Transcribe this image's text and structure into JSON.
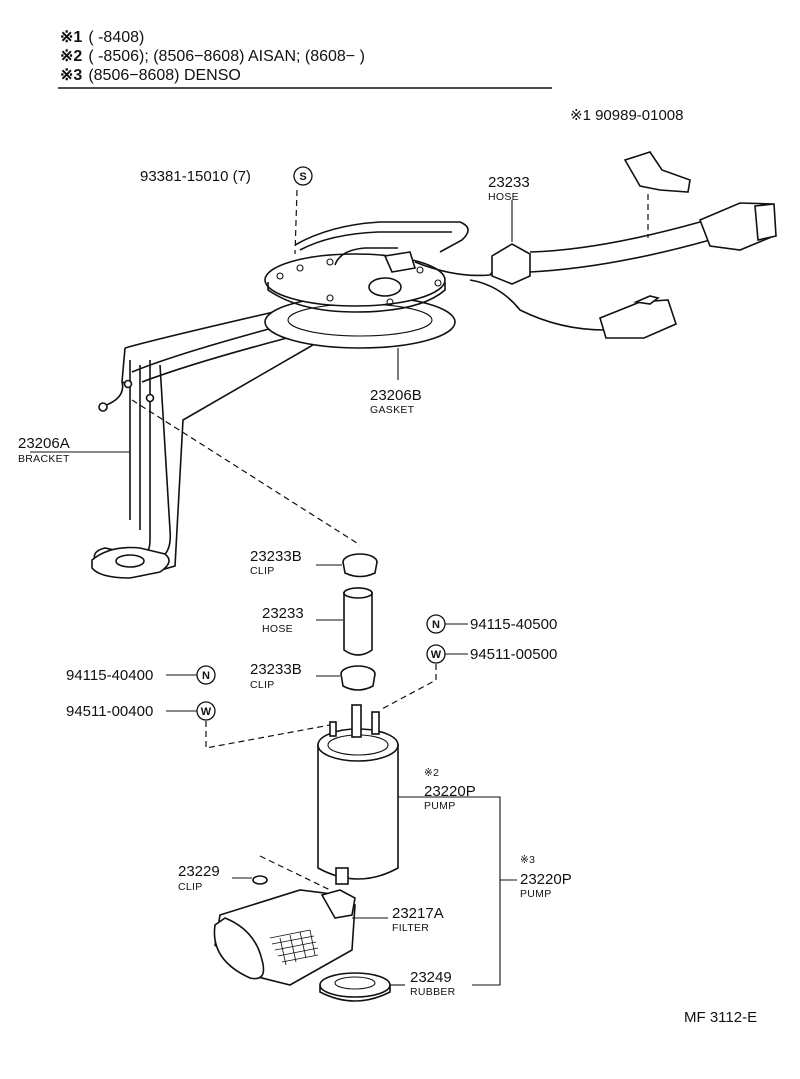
{
  "notes": [
    {
      "mark": "※1",
      "text": "(       -8408)"
    },
    {
      "mark": "※2",
      "text": "(       -8506); (8506−8608) AISAN; (8608−        )"
    },
    {
      "mark": "※3",
      "text": "(8506−8608) DENSO"
    }
  ],
  "labels": {
    "n1_part": "※1 90989-01008",
    "bolt": "93381-15010 (7)",
    "bolt_symbol": "S",
    "hose_top_no": "23233",
    "hose_top_name": "HOSE",
    "gasket_no": "23206B",
    "gasket_name": "GASKET",
    "bracket_no": "23206A",
    "bracket_name": "BRACKET",
    "clip1_no": "23233B",
    "clip1_name": "CLIP",
    "hose_mid_no": "23233",
    "hose_mid_name": "HOSE",
    "clip2_no": "23233B",
    "clip2_name": "CLIP",
    "nut_right": "94115-40500",
    "nut_right_symbol": "N",
    "washer_right": "94511-00500",
    "washer_right_symbol": "W",
    "nut_left": "94115-40400",
    "nut_left_symbol": "N",
    "washer_left": "94511-00400",
    "washer_left_symbol": "W",
    "pump1_mark": "※2",
    "pump1_no": "23220P",
    "pump1_name": "PUMP",
    "pump2_mark": "※3",
    "pump2_no": "23220P",
    "pump2_name": "PUMP",
    "clip3_no": "23229",
    "clip3_name": "CLIP",
    "filter_no": "23217A",
    "filter_name": "FILTER",
    "rubber_no": "23249",
    "rubber_name": "RUBBER",
    "figure_id": "MF 3112-E"
  }
}
